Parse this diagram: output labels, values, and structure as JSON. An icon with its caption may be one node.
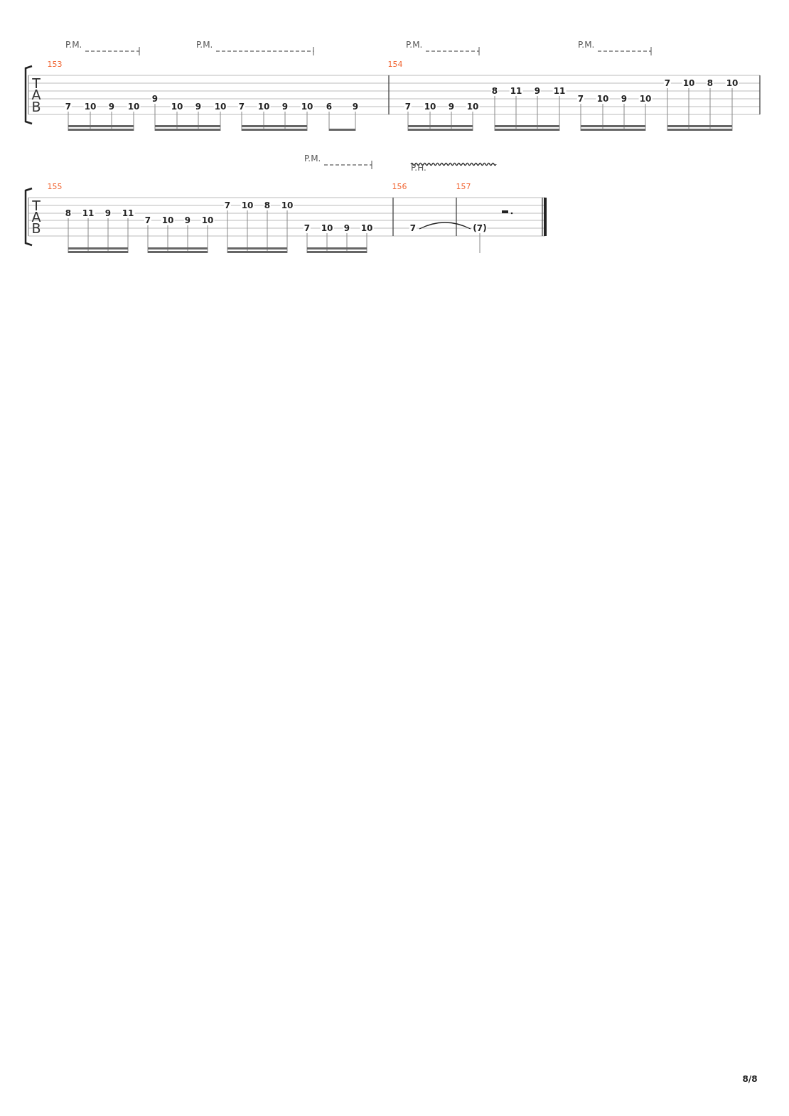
{
  "diagram": {
    "labels": [
      "P.M.",
      "P.M.",
      "P.M.",
      "P.M.",
      "153",
      "T",
      "A",
      "B",
      "7",
      "10",
      "9",
      "10",
      "9",
      "10",
      "9",
      "10",
      "7",
      "10",
      "9",
      "10",
      "6",
      "9",
      "154",
      "7",
      "10",
      "9",
      "10",
      "8",
      "11",
      "9",
      "11",
      "7",
      "10",
      "9",
      "10",
      "7",
      "10",
      "8",
      "10",
      "P.M.",
      "P.H.",
      "155",
      "T",
      "A",
      "B",
      "8",
      "11",
      "9",
      "11",
      "7",
      "10",
      "9",
      "10",
      "7",
      "10",
      "8",
      "10",
      "7",
      "10",
      "9",
      "10",
      "156",
      "7",
      "157",
      "(7)",
      "8/8"
    ]
  }
}
